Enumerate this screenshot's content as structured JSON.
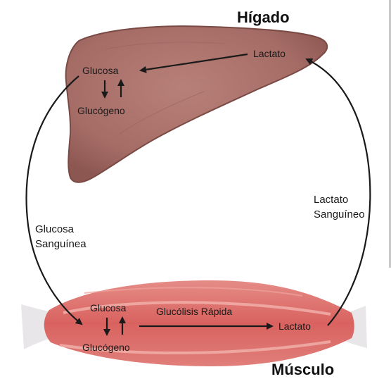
{
  "liver": {
    "title": "Hígado",
    "glucose": "Glucosa",
    "glycogen": "Glucógeno",
    "lactate": "Lactato"
  },
  "muscle": {
    "title": "Músculo",
    "glucose": "Glucosa",
    "glycogen": "Glucógeno",
    "lactate": "Lactato",
    "process": "Glucólisis Rápida"
  },
  "blood": {
    "glucose_line1": "Glucosa",
    "glucose_line2": "Sanguínea",
    "lactate_line1": "Lactato",
    "lactate_line2": "Sanguíneo"
  },
  "colors": {
    "liver_fill": "#a9716b",
    "liver_stroke": "#7a4a45",
    "muscle_fill": "#e07a78",
    "muscle_band": "#f3b3ad",
    "tendon": "#e9e6ea",
    "arrow": "#1a1a1a"
  }
}
